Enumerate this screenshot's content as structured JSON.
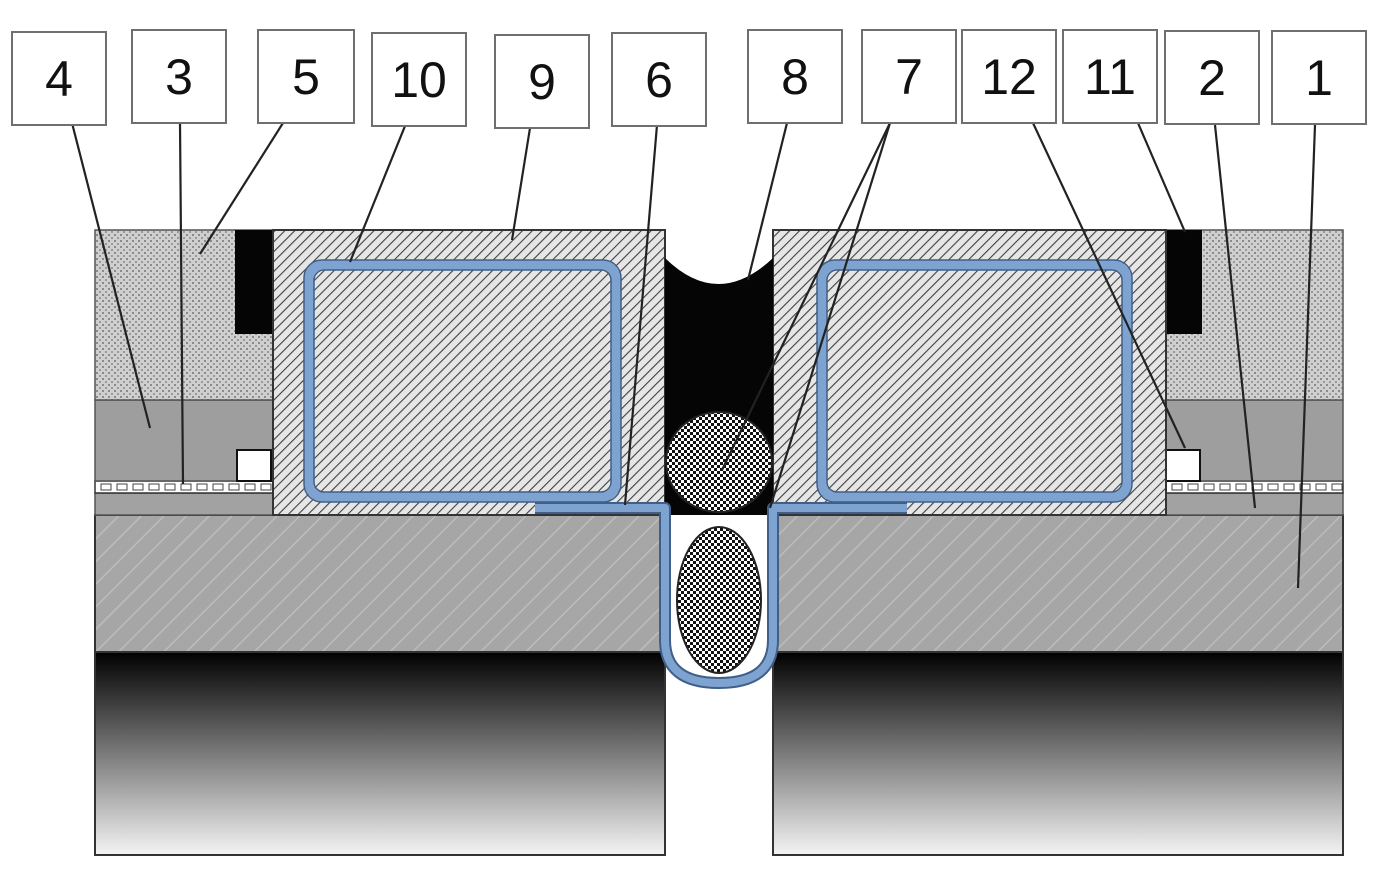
{
  "labels": [
    {
      "text": "4"
    },
    {
      "text": "3"
    },
    {
      "text": "5"
    },
    {
      "text": "10"
    },
    {
      "text": "9"
    },
    {
      "text": "6"
    },
    {
      "text": "8"
    },
    {
      "text": "7"
    },
    {
      "text": "12"
    },
    {
      "text": "11"
    },
    {
      "text": "2"
    },
    {
      "text": "1"
    }
  ],
  "colors": {
    "membrane": "#7fa3d1",
    "base": "#a6a6a6",
    "gravel": "#c8c8c8",
    "layer": "#9e9e9e",
    "plate": "#d8d8d8",
    "sealant": "#050505"
  }
}
